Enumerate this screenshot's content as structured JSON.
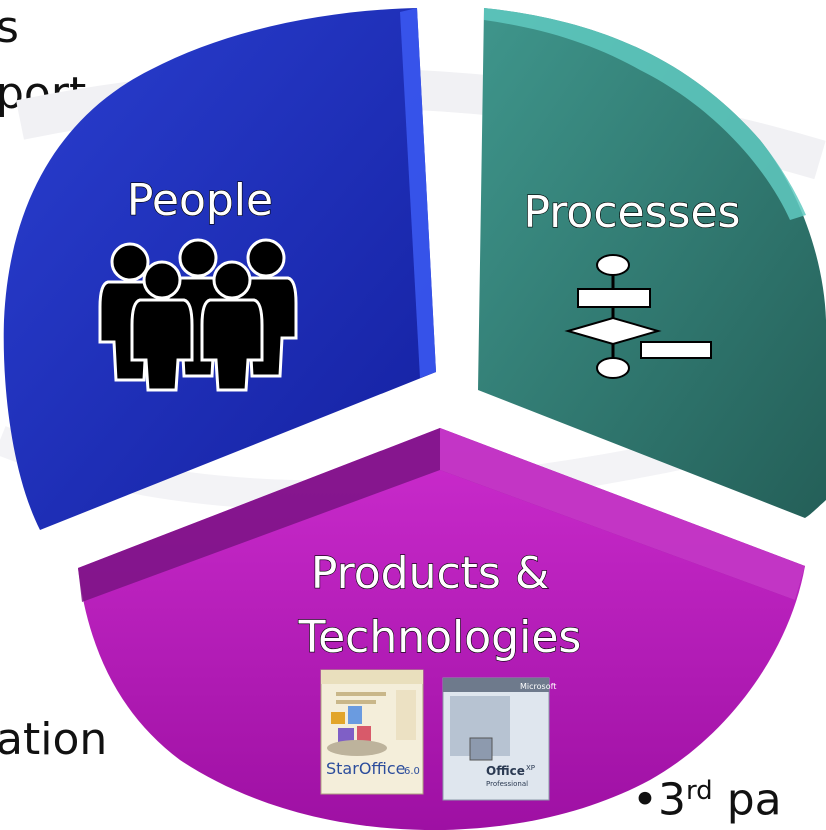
{
  "background_text": {
    "line1_fragment": "s",
    "line2_fragment": "port",
    "line3_fragment": "ation",
    "bottom_right_prefix": "•3",
    "bottom_right_sup": "rd",
    "bottom_right_suffix": "pa"
  },
  "segments": {
    "people": {
      "title": "People",
      "icon": "people-group-icon",
      "color": "#1f2fb0"
    },
    "processes": {
      "title": "Processes",
      "icon": "flowchart-icon",
      "color": "#2e7d74"
    },
    "products": {
      "title_line1": "Products &",
      "title_line2": "Technologies",
      "color": "#b21bb5",
      "boxes": [
        {
          "name": "staroffice-box",
          "label": "StarOffice",
          "version": "6.0"
        },
        {
          "name": "ms-office-box",
          "brand": "Microsoft",
          "label": "Office",
          "version": "XP",
          "edition": "Professional"
        }
      ]
    }
  }
}
